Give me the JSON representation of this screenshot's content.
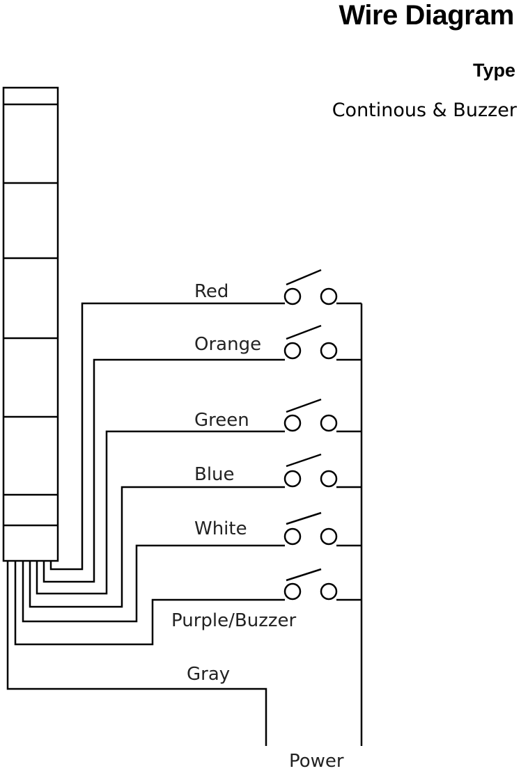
{
  "header": {
    "title": "Wire Diagram",
    "type_label": "Type",
    "type_value": "Continous & Buzzer"
  },
  "wires": {
    "red": "Red",
    "orange": "Orange",
    "green": "Green",
    "blue": "Blue",
    "white": "White",
    "purple": "Purple/Buzzer",
    "gray": "Gray",
    "power": "Power"
  },
  "colors": {
    "line": "#000000",
    "background": "#ffffff"
  }
}
